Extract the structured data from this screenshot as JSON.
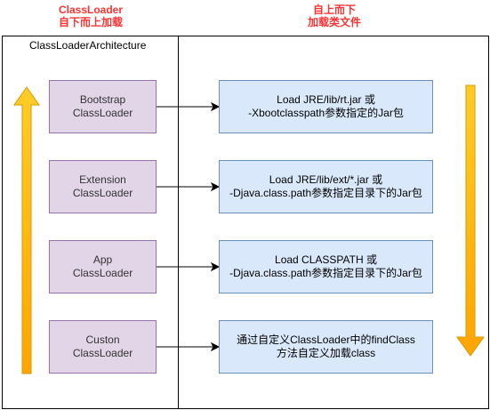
{
  "header": {
    "left_title_line1": "ClassLoader",
    "left_title_line2": "自下而上加载",
    "right_title_line1": "自上而下",
    "right_title_line2": "加载类文件"
  },
  "architecture_label": "ClassLoaderArchitecture",
  "loaders": [
    {
      "name_line1": "Bootstrap",
      "name_line2": "ClassLoader",
      "desc_line1": "Load JRE/lib/rt.jar 或",
      "desc_line2": "-Xbootclasspath参数指定的Jar包"
    },
    {
      "name_line1": "Extension",
      "name_line2": "ClassLoader",
      "desc_line1": "Load JRE/lib/ext/*.jar 或",
      "desc_line2": "-Djava.class.path参数指定目录下的Jar包"
    },
    {
      "name_line1": "App",
      "name_line2": "ClassLoader",
      "desc_line1": "Load CLASSPATH 或",
      "desc_line2": "-Djava.class.path参数指定目录下的Jar包"
    },
    {
      "name_line1": "Custon",
      "name_line2": "ClassLoader",
      "desc_line1": "通过自定义ClassLoader中的findClass",
      "desc_line2": "方法自定义加载class"
    }
  ],
  "colors": {
    "title_red": "#ff3333",
    "loader_fill": "#e1d5e7",
    "loader_stroke": "#9673a6",
    "desc_fill": "#dae8fc",
    "desc_stroke": "#6c8ebf",
    "arrow_gold": "#ffcd28",
    "arrow_orange": "#ffa500"
  }
}
